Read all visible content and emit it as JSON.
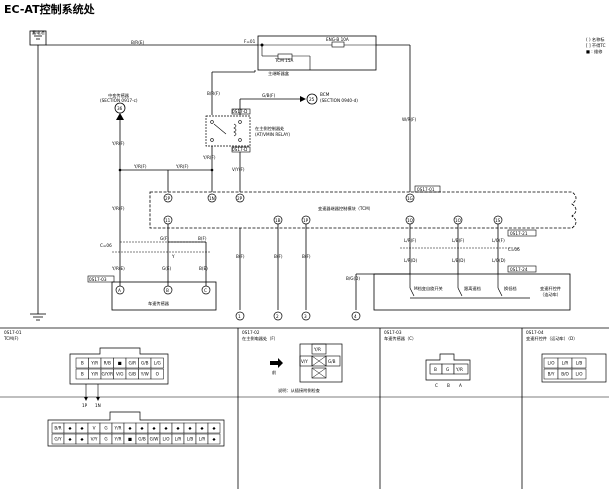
{
  "page": {
    "title": "EC-AT控制系统处"
  },
  "battery": {
    "label": "蓄电池"
  },
  "legend": {
    "lines": [
      "( ) 名称标",
      "[ ] 不得TC",
      "■ : 维修"
    ]
  },
  "fuse_box": {
    "fuse_a": "TCM 15A",
    "fuse_b": "ENG-B 10A",
    "label": "主继断器盒",
    "line_code": "F=01"
  },
  "wires": {
    "br_e": "B/R(E)",
    "br_f": "B/R(F)",
    "gb_f": "G/B(F)",
    "wr_f": "W/R(F)",
    "yr_f": "Y/R(F)",
    "yr_f2": "Y/R(F)",
    "yr_f3": "Y/R(F)",
    "yr_f4": "Y/R(F)",
    "vy_f": "V/Y(F)",
    "yr_e": "Y/R(E)",
    "g_f": "G(F)",
    "b_f": "B(F)",
    "y": "Y",
    "g_e": "G(E)",
    "b_e": "B(E)",
    "b_f2": "B(F)",
    "b_f3": "B(F)",
    "b_f4": "B(F)",
    "bg_d": "B/G(D)",
    "lr_f": "L/R(F)",
    "lr_d": "L/R(D)",
    "lb_f": "L/B(F)",
    "lb_d": "L/B(D)",
    "lo_f": "L/O(F)",
    "lo_d": "L/O(D)",
    "tail_1p": "1P",
    "tail_1n": "1N",
    "vy_left": "V/Y"
  },
  "connectors_codes": {
    "c1": "0S17-D",
    "c2": "0S17-D",
    "c3": "0S17-01",
    "c4": "0S17-21",
    "c5": "0S17-24",
    "c6": "0S17-03",
    "ce": "C=06",
    "cl": "C=06"
  },
  "components": {
    "speed_sensor": {
      "label": "中变传感器",
      "ref": "(SECTION 0917-c)",
      "pin": "36"
    },
    "bcm": {
      "label": "BCM",
      "ref": "(SECTION 0940-d)",
      "pin": "25"
    },
    "relay": {
      "label": "在主侧控制器处",
      "ref": "(AT/VMIN RELAY)"
    },
    "tcm": {
      "label": "变速器继器控制模块（TCM）"
    },
    "vss": {
      "label": "车速传感器",
      "pins": [
        "A",
        "B",
        "C"
      ]
    },
    "mode_sw": {
      "label": "M档变自旋开关"
    },
    "up_sw": {
      "label": "跟离速档"
    },
    "down_sw": {
      "label": "换低档"
    },
    "shift_lever": {
      "label": "变速杆控件",
      "sub": "（连动车）"
    }
  },
  "tcm_pins": [
    "2P",
    "1N",
    "2P",
    "1G",
    "11",
    "1B",
    "1P",
    "1Q",
    "1O",
    "1S"
  ],
  "bottom_nodes": [
    "1",
    "2",
    "3",
    "4"
  ],
  "panels": {
    "p1": {
      "code": "0S17-01",
      "title": "TCM(F)"
    },
    "p2": {
      "code": "0S17-02",
      "title": "在主侧电器处（F）",
      "note": "说明：从插接附侧检查",
      "arrow_label": "前"
    },
    "p3": {
      "code": "0S17-03",
      "title": "车速传感器（C）"
    },
    "p4": {
      "code": "0S17-04",
      "title": "变速杆控件（运动车）（D）"
    }
  },
  "tcm_conn_small": {
    "row1": [
      "B",
      "Y/R",
      "R/B",
      "■",
      "G/R",
      "G/B",
      "L/G"
    ],
    "row2": [
      "B",
      "Y/R",
      "G/Y/R",
      "V/G",
      "G/B",
      "Y/W",
      "O"
    ]
  },
  "tcm_conn_large": {
    "row1": [
      "B/R",
      "◆",
      "◆",
      "V",
      "G",
      "Y/R",
      "◆",
      "◆",
      "◆",
      "◆",
      "◆",
      "◆",
      "◆",
      "◆"
    ],
    "row2": [
      "G/Y",
      "◆",
      "◆",
      "V/Y",
      "G",
      "Y/R",
      "■",
      "G/B",
      "G/W",
      "L/O",
      "L/R",
      "L/B",
      "L/R",
      "◆"
    ]
  },
  "conn_f_pins": [
    "Y/R",
    "V/Y",
    "G/B"
  ],
  "conn_c_pins": [
    "B",
    "G",
    "Y/R"
  ],
  "conn_c_letters": [
    "C",
    "B",
    "A"
  ],
  "conn_d": {
    "row1": [
      "L/O",
      "L/R",
      "L/B"
    ],
    "row2": [
      "B/Y",
      "B/O",
      "L/O"
    ]
  }
}
